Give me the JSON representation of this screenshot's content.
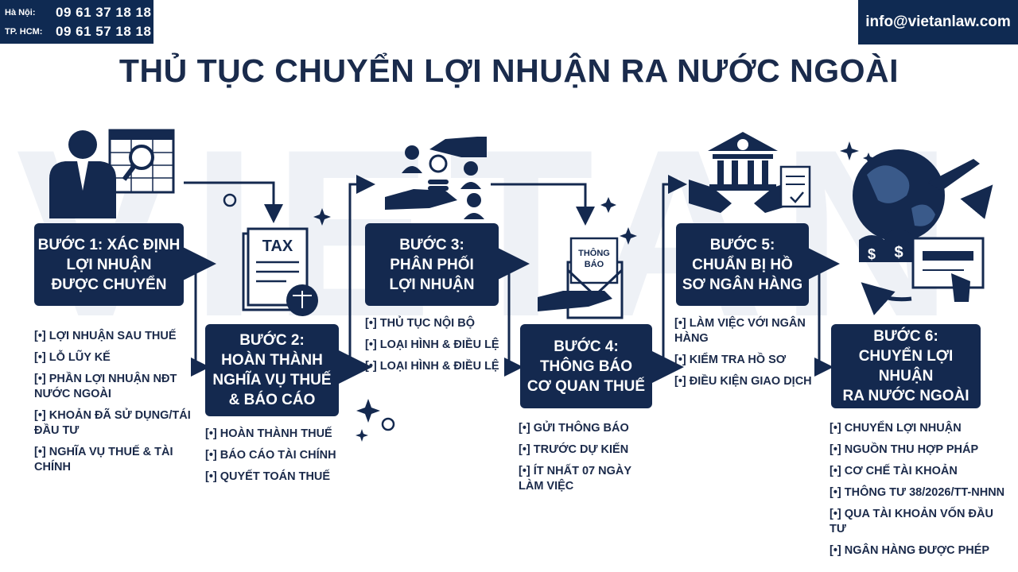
{
  "header": {
    "contacts": [
      {
        "city": "Hà Nội:",
        "phone": "09 61 37 18 18"
      },
      {
        "city": "TP. HCM:",
        "phone": "09 61 57 18 18"
      }
    ],
    "email": "info@vietanlaw.com"
  },
  "title": "THỦ TỤC CHUYỂN LỢI NHUẬN RA NƯỚC NGOÀI",
  "watermark": "VIETAN",
  "icon_texts": {
    "tax": "TAX",
    "notice_l1": "THÔNG",
    "notice_l2": "BÁO"
  },
  "colors": {
    "navy": "#14294f",
    "text": "#1b2a4a",
    "white": "#ffffff"
  },
  "steps": [
    {
      "lines": [
        "BƯỚC 1: XÁC ĐỊNH",
        "LỢI NHUẬN",
        "ĐƯỢC CHUYỂN"
      ],
      "bullets": [
        "[•] LỢI NHUẬN SAU THUẾ",
        "[•] LỖ LŨY KẾ",
        "[•] PHẦN LỢI NHUẬN NĐT NƯỚC NGOÀI",
        "[•] KHOẢN ĐÃ SỬ DỤNG/TÁI ĐẦU TƯ",
        "[•] NGHĨA VỤ THUẾ & TÀI CHÍNH"
      ]
    },
    {
      "lines": [
        "BƯỚC 2:",
        "HOÀN THÀNH",
        "NGHĨA VỤ THUẾ",
        "& BÁO CÁO"
      ],
      "bullets": [
        "[•] HOÀN THÀNH THUẾ",
        "[•] BÁO CÁO TÀI CHÍNH",
        "[•] QUYẾT TOÁN THUẾ"
      ]
    },
    {
      "lines": [
        "BƯỚC 3:",
        "PHÂN PHỐI",
        "LỢI NHUẬN"
      ],
      "bullets": [
        "[•] THỦ TỤC NỘI BỘ",
        "[•] LOẠI HÌNH & ĐIỀU LỆ",
        "[•] LOẠI HÌNH & ĐIỀU LỆ"
      ]
    },
    {
      "lines": [
        "BƯỚC 4:",
        "THÔNG BÁO",
        "CƠ QUAN THUẾ"
      ],
      "bullets": [
        "[•] GỬI THÔNG BÁO",
        "[•] TRƯỚC DỰ KIẾN",
        "[•] ÍT NHẤT 07 NGÀY LÀM VIỆC"
      ]
    },
    {
      "lines": [
        "BƯỚC 5:",
        "CHUẨN BỊ HỒ",
        "SƠ NGÂN HÀNG"
      ],
      "bullets": [
        "[•] LÀM VIỆC VỚI NGÂN HÀNG",
        "[•] KIỂM TRA HỒ SƠ",
        "[•] ĐIỀU KIỆN GIAO DỊCH"
      ]
    },
    {
      "lines": [
        "BƯỚC 6:",
        "CHUYỂN LỢI NHUẬN",
        "RA NƯỚC NGOÀI"
      ],
      "bullets": [
        "[•] CHUYỂN LỢI NHUẬN",
        "[•] NGUỒN THU HỢP PHÁP",
        "[•] CƠ CHẾ TÀI KHOẢN",
        "[•] THÔNG TƯ 38/2026/TT-NHNN",
        "[•] QUA TÀI KHOẢN VỐN ĐẦU TƯ",
        "[•] NGÂN HÀNG ĐƯỢC PHÉP"
      ]
    }
  ]
}
